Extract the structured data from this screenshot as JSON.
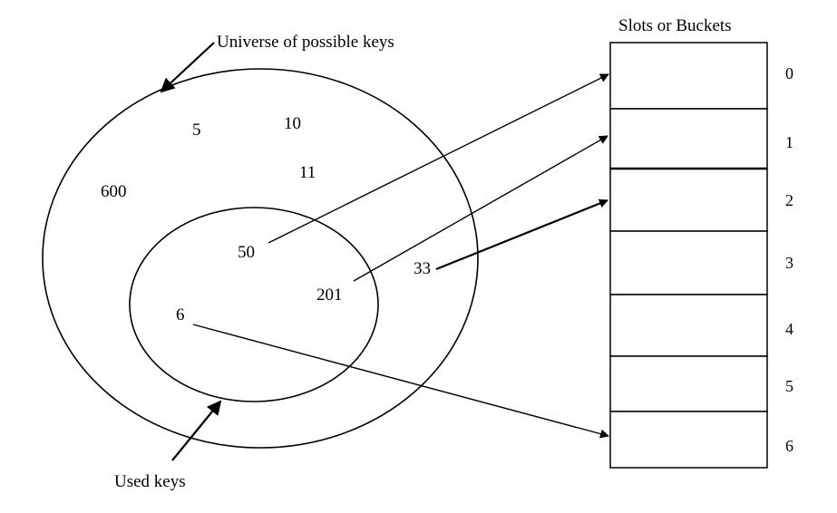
{
  "labels": {
    "universe": "Universe of possible keys",
    "used": "Used keys",
    "slots_title": "Slots or Buckets"
  },
  "universe_keys": [
    "5",
    "10",
    "11",
    "600",
    "33"
  ],
  "used_keys": [
    "50",
    "201",
    "6"
  ],
  "slots": [
    "0",
    "1",
    "2",
    "3",
    "4",
    "5",
    "6"
  ]
}
